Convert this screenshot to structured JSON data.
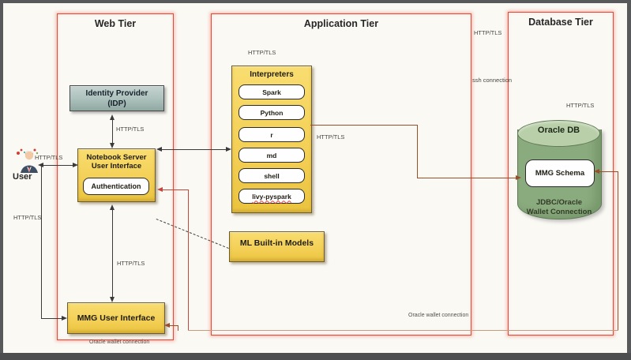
{
  "tiers": {
    "web": {
      "title": "Web Tier"
    },
    "app": {
      "title": "Application Tier"
    },
    "db": {
      "title": "Database Tier"
    }
  },
  "user": {
    "label": "User"
  },
  "idp": {
    "line1": "Identity Provider",
    "line2": "(IDP)"
  },
  "notebook": {
    "line1": "Notebook Server",
    "line2": "User Interface",
    "auth_label": "Authentication"
  },
  "mmg_ui": {
    "label": "MMG User Interface"
  },
  "interpreters": {
    "title": "Interpreters",
    "items": [
      "Spark",
      "Python",
      "r",
      "md",
      "shell",
      "livy-pyspark"
    ]
  },
  "ml_models": {
    "label": "ML Built-in Models"
  },
  "database": {
    "db_label": "Oracle DB",
    "schema_label": "MMG Schema",
    "conn_line1": "JDBC/Oracle",
    "conn_line2": "Wallet Connection"
  },
  "labels": {
    "user_notebook": "HTTP/TLS",
    "user_mmg": "HTTP/TLS",
    "idp_notebook": "HTTP/TLS",
    "notebook_mmg": "HTTP/TLS",
    "interpreters_top": "HTTP/TLS",
    "interpreters_schema": "HTTP/TLS",
    "gap_top": "HTTP/TLS",
    "gap_ssh": "ssh connection",
    "db_top": "HTTP/TLS",
    "wallet_web": "Oracle wallet connection",
    "wallet_app": "Oracle wallet connection"
  },
  "colors": {
    "tier_border": "#e04a3a",
    "box_yellow": "#f3cf55",
    "idp_fill": "#aec2be",
    "cylinder_body": "#8aab7e",
    "cylinder_top": "#b9cfa9",
    "line_black": "#3a3a3a",
    "line_red": "#c5453a",
    "line_brown": "#9a4d26",
    "line_salmon": "#c89a80",
    "frame": "#58595b"
  }
}
